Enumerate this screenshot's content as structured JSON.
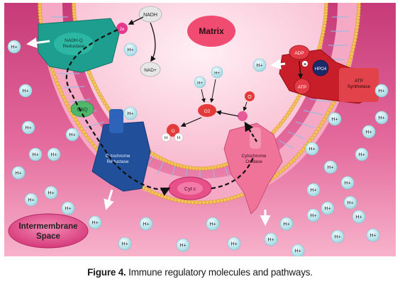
{
  "diagram": {
    "matrix_label": "Matrix",
    "intermembrane_label_1": "Intermembrane",
    "intermembrane_label_2": "Space",
    "nadh_label": "NADH",
    "nad_label": "NAD+",
    "electron_label": "2e",
    "complex1_line1": "NADH-Q",
    "complex1_line2": "Reductase",
    "ubq_label": "UBQ",
    "complex3_line1": "Cytochrome",
    "complex3_line2": "Reductase",
    "cytc_label": "Cyt c",
    "complex4_line1": "Cytochrome",
    "complex4_line2": "Oxidase",
    "atp_line1": "ATP",
    "atp_line2": "Synthetase",
    "adp_label": "ADP",
    "hpo4_label": "HPO4",
    "atp_label": "ATP",
    "plus_label": "+",
    "oxygen_label": "O",
    "oxygen2_label": "O2",
    "water_o_label": "O",
    "water_h_label": "H",
    "hplus": "H+"
  },
  "caption": {
    "bold": "Figure 4.",
    "text": " Immune regulatory molecules and pathways."
  },
  "colors": {
    "background_top": "#c63a78",
    "background_bottom": "#f5a8c4",
    "matrix": "#ffd6e4",
    "complex1": "#1e9e8e",
    "complex3": "#214f99",
    "complex4": "#f0739a",
    "atp_synthase": "#c81e2a",
    "cytc": "#e8508a",
    "hplus_ball": "#bfeaf0"
  }
}
